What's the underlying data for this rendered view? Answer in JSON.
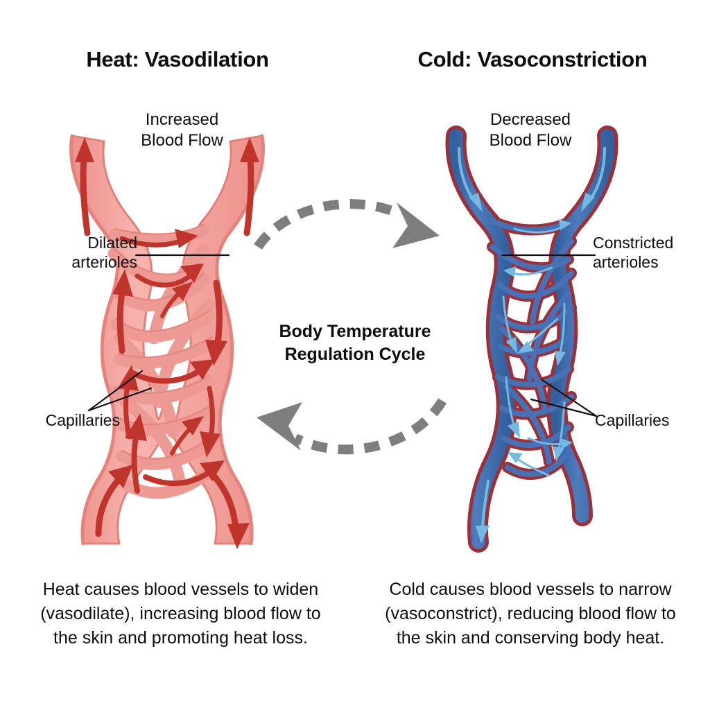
{
  "figure": {
    "kind": "medical-diagram",
    "subject": "Body Temperature Regulation Cycle — vasodilation vs vasoconstriction"
  },
  "panels": {
    "left": {
      "title": "Heat: Vasodilation",
      "flow_label": "Increased\nBlood Flow",
      "caption": "Heat causes blood vessels to widen (vasodilate), increasing blood flow to the skin and promoting heat loss.",
      "labels": {
        "arterioles": "Dilated\narterioles",
        "capillaries": "Capillaries"
      },
      "colors": {
        "vessel_fill": "#F29A95",
        "vessel_fill_light": "#F6B2AD",
        "vessel_outline": "#E4837C",
        "arrow": "#C0352B",
        "arrow_dark": "#A62A22"
      }
    },
    "right": {
      "title": "Cold: Vasoconstriction",
      "flow_label": "Decreased\nBlood Flow",
      "caption": "Cold causes blood vessels to narrow (vasoconstrict), reducing blood flow to the skin and conserving body heat.",
      "labels": {
        "arterioles": "Constricted\narterioles",
        "capillaries": "Capillaries"
      },
      "colors": {
        "vessel_fill": "#3C68A8",
        "vessel_fill_light": "#4E7CBC",
        "vessel_outline": "#9B3038",
        "arrow": "#74B9E2"
      }
    }
  },
  "center": {
    "cycle_text": "Body Temperature\nRegulation Cycle",
    "arrow_top": "cycle-arrow-right",
    "arrow_bottom": "cycle-arrow-left",
    "arrow_color": "#7E7E7E"
  },
  "background": "#FFFFFF"
}
